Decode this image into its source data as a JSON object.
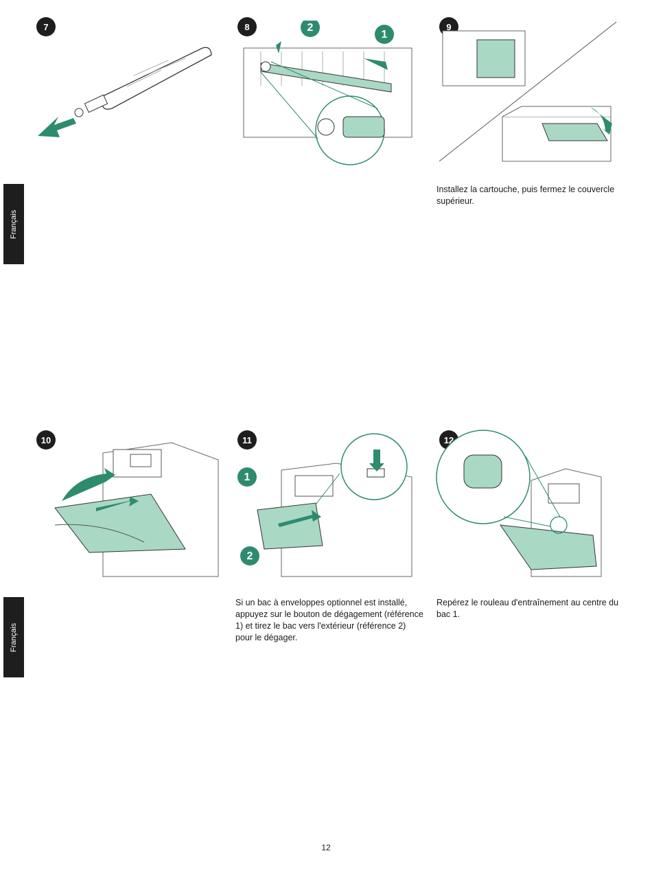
{
  "language_tab": "Français",
  "steps": [
    {
      "number": "7",
      "caption": ""
    },
    {
      "number": "8",
      "caption": "",
      "callouts": [
        "2",
        "1"
      ]
    },
    {
      "number": "9",
      "caption": "Installez la cartouche, puis fermez le couvercle supérieur."
    },
    {
      "number": "10",
      "caption": ""
    },
    {
      "number": "11",
      "caption": "Si un bac à enveloppes optionnel est installé, appuyez sur le bouton de dégagement (référence 1) et tirez le bac vers l'extérieur (référence 2) pour le dégager.",
      "callouts": [
        "1",
        "2"
      ]
    },
    {
      "number": "12",
      "caption": "Repérez le rouleau d'entraînement au centre du bac 1."
    }
  ],
  "page_number": "12",
  "colors": {
    "accent": "#2e8b6e",
    "accent_light": "#a9d8c4",
    "badge": "#1e1e1e",
    "line": "#444444"
  }
}
